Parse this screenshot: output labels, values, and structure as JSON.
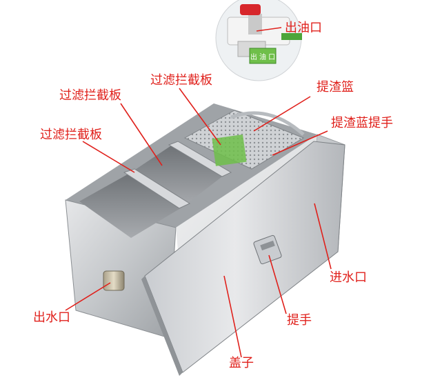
{
  "header": {
    "partial_text": ""
  },
  "colors": {
    "label": "#e0201b",
    "steel_light": "#d8dadc",
    "steel_mid": "#b5b8bb",
    "steel_dark": "#7d8084",
    "basket_green": "#6fbf4a",
    "valve_red": "#d7262b"
  },
  "labels": {
    "oil_outlet": "出油口",
    "filter_baffle_1": "过滤拦截板",
    "filter_baffle_2": "过滤拦截板",
    "filter_baffle_3": "过滤拦截板",
    "residue_basket": "提渣篮",
    "basket_handle": "提渣蓝提手",
    "water_inlet": "进水口",
    "water_outlet": "出水口",
    "handle": "提手",
    "lid": "盖子"
  },
  "oil_tag_text": "出 油 口"
}
